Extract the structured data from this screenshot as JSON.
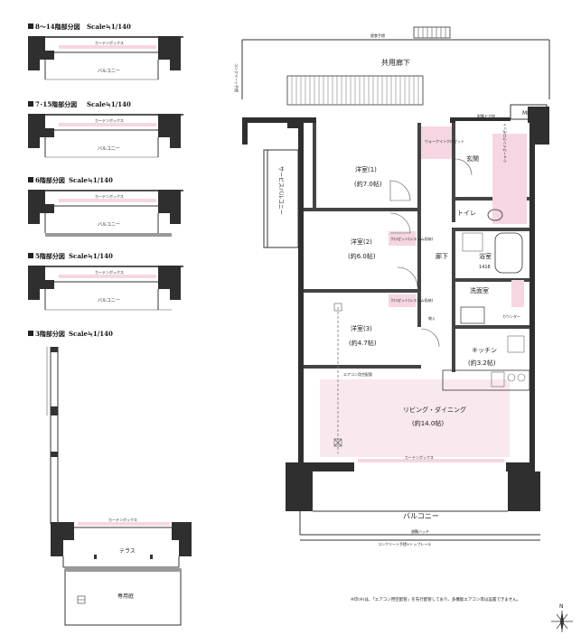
{
  "partial_plans": [
    {
      "heading": "8～14階部分図",
      "scale": "Scale≒1/140",
      "balcony": "バルコニー",
      "curtain_box": "カーテンボックス"
    },
    {
      "heading": "7･15階部分図",
      "scale": "Scale≒1/140",
      "balcony": "バルコニー",
      "curtain_box": "カーテンボックス"
    },
    {
      "heading": "6階部分図",
      "scale": "Scale≒1/140",
      "balcony": "バルコニー",
      "curtain_box": "カーテンボックス"
    },
    {
      "heading": "5階部分図",
      "scale": "Scale≒1/140",
      "balcony": "バルコニー",
      "curtain_box": "カーテンボックス"
    },
    {
      "heading": "3階部分図",
      "scale": "Scale≒1/140",
      "balcony": "",
      "curtain_box": "カーテンボックス"
    }
  ],
  "floor3": {
    "terrace": "テラス",
    "private_garden": "専用庭"
  },
  "main_plan": {
    "top_rail": "腐食手摺",
    "common_corridor": "共用廊下",
    "concrete_rail": "コンクリート手摺",
    "mb": "MB",
    "meter_box": "耐震ドア枠",
    "rooms": [
      {
        "name": "洋室(1)",
        "size": "(約7.0帖)"
      },
      {
        "name": "洋室(2)",
        "size": "(約6.0帖)"
      },
      {
        "name": "洋室(3)",
        "size": "(約4.7帖)"
      },
      {
        "name": "玄関",
        "size": ""
      },
      {
        "name": "トイレ",
        "size": ""
      },
      {
        "name": "浴室",
        "size": "1418"
      },
      {
        "name": "洗面室",
        "size": ""
      },
      {
        "name": "キッチン",
        "size": "(約3.2帖)"
      },
      {
        "name": "リビング・ダイニング",
        "size": "(約14.0帖)"
      },
      {
        "name": "廊下",
        "size": ""
      }
    ],
    "service_balcony": "サービスバルコニー",
    "balcony": "バルコニー",
    "closet_walkin": "ウォークインクロゼット",
    "closet_system": "クロゼット(システム収納)",
    "closet_shoes": "シューズインクロゼット",
    "storage": "物入",
    "counter": "カウンター",
    "curtain_box": "カーテンボックス",
    "aircon_duct": "エアコン用空配管",
    "rail_top": "コンクリート手摺+トップレール",
    "drain": "避難ハッチ",
    "note": "※印(※)は、「エアコン用空配管」を先行配管しており、多機能エアコン等は設置できません。"
  },
  "compass": "N"
}
